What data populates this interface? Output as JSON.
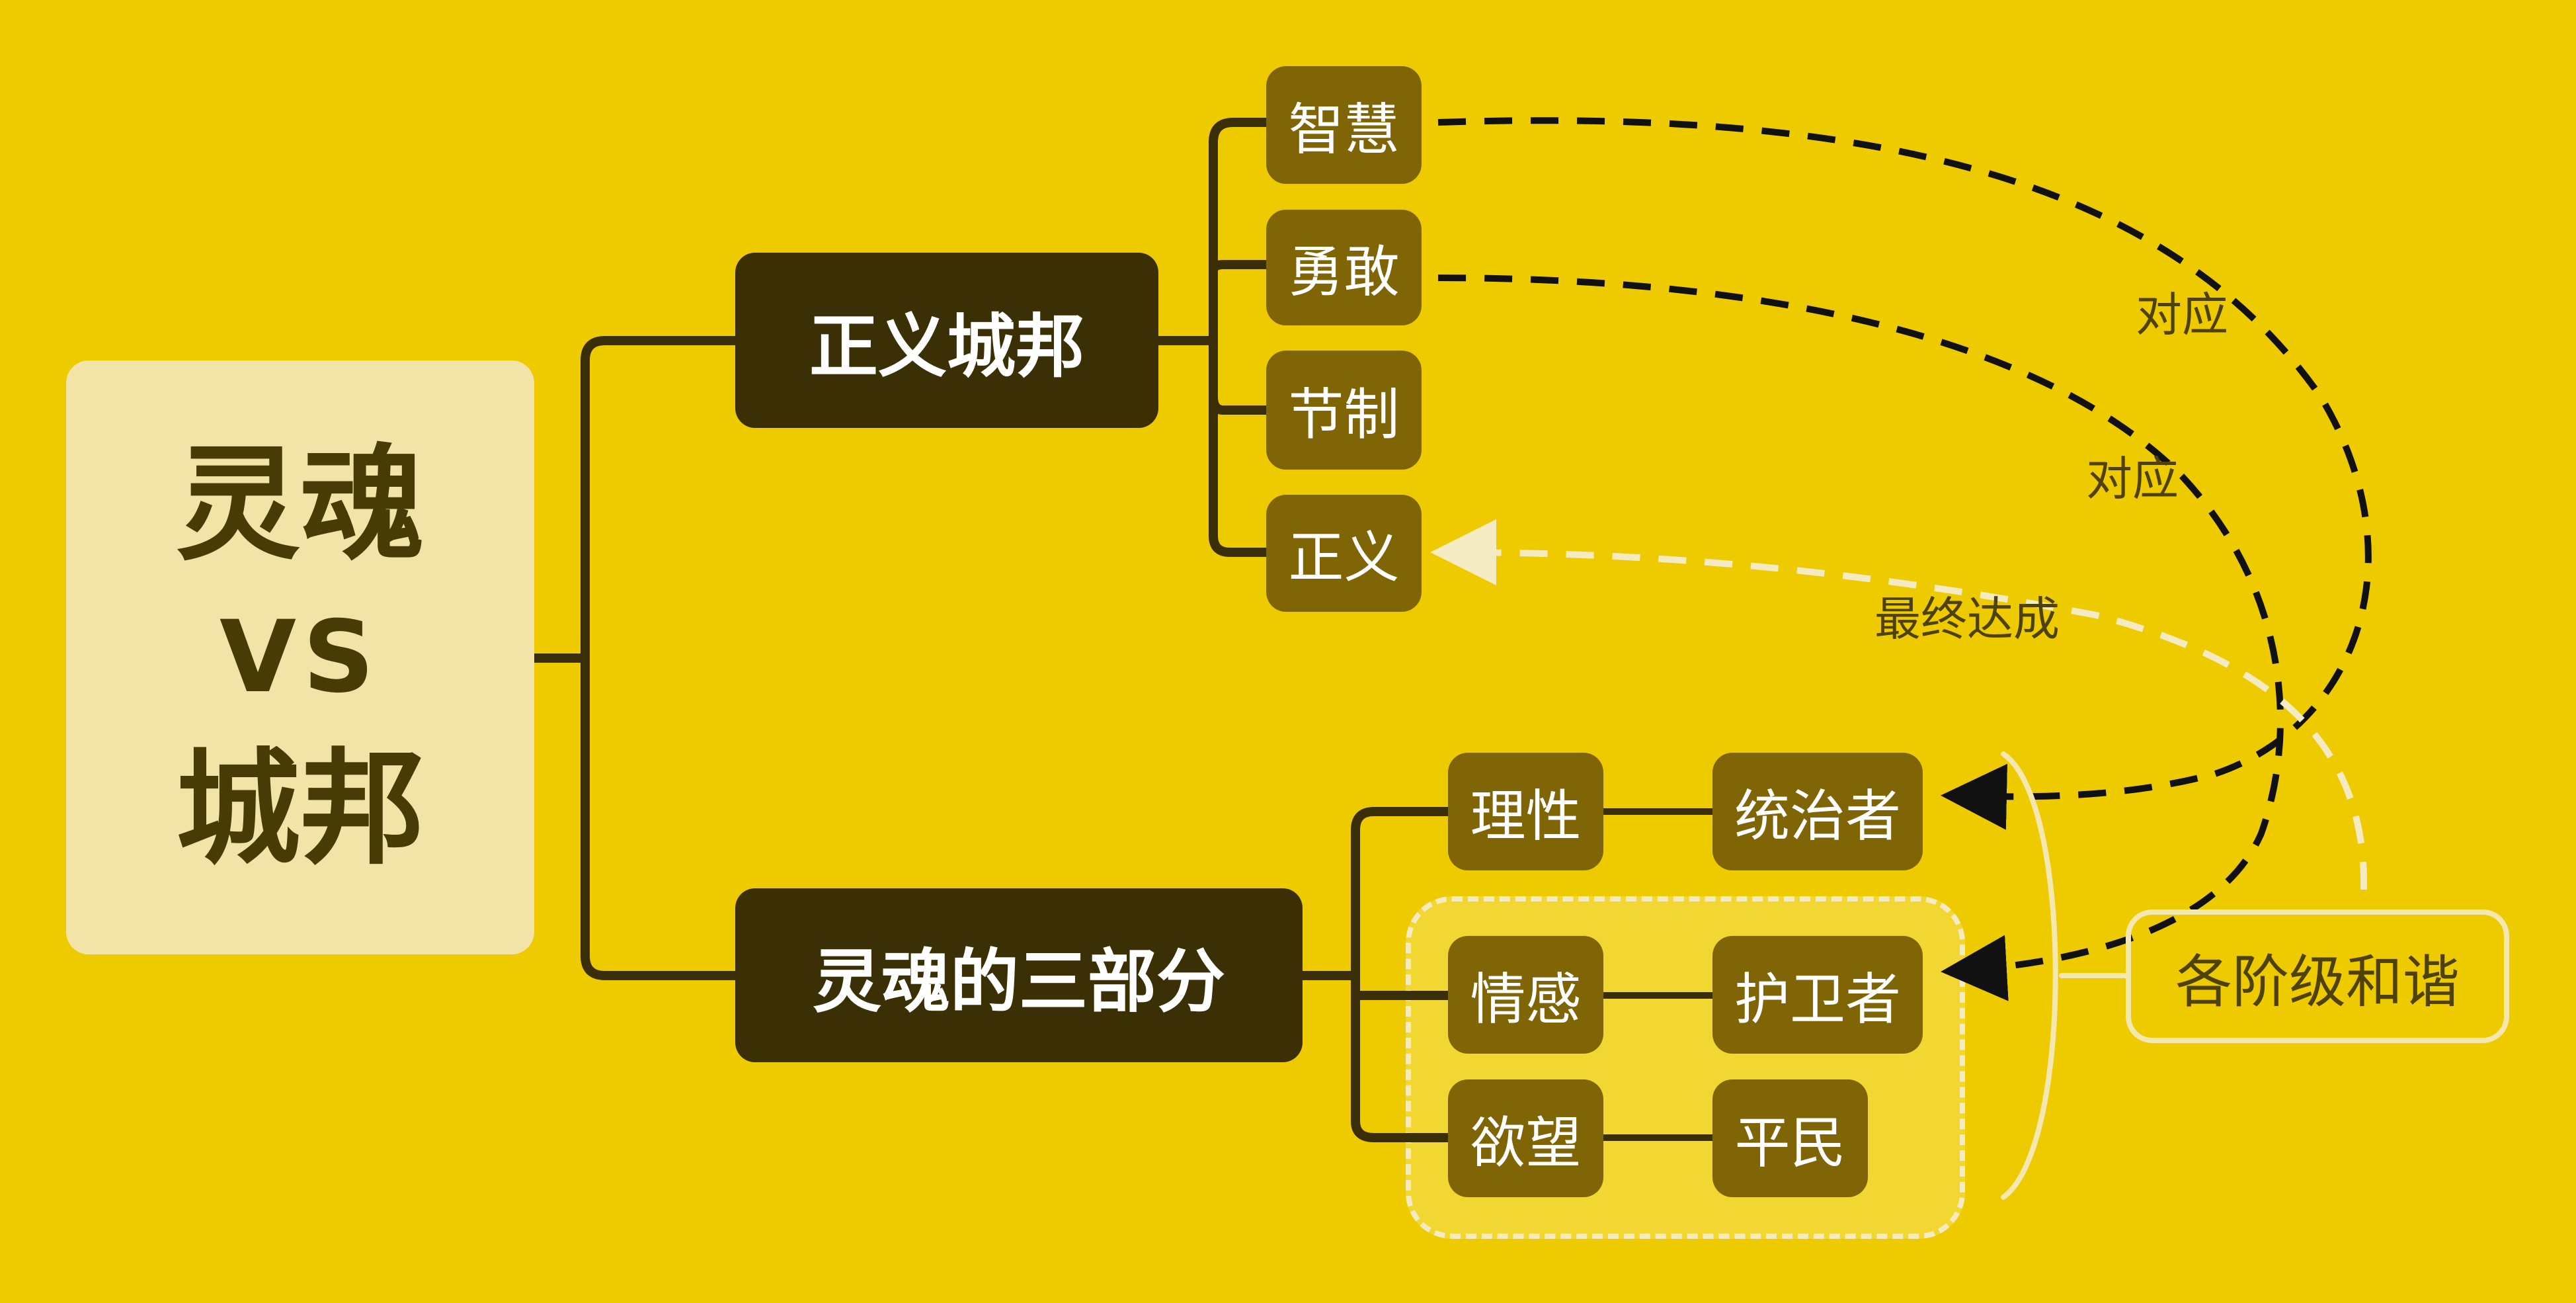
{
  "root": {
    "line1": "灵魂",
    "line2": "VS",
    "line3": "城邦"
  },
  "city": {
    "title": "正义城邦",
    "virtues": [
      "智慧",
      "勇敢",
      "节制",
      "正义"
    ]
  },
  "soul": {
    "title": "灵魂的三部分",
    "parts": [
      {
        "part": "理性",
        "class": "统治者"
      },
      {
        "part": "情感",
        "class": "护卫者"
      },
      {
        "part": "欲望",
        "class": "平民"
      }
    ]
  },
  "relations": {
    "correspond_1": "对应",
    "correspond_2": "对应",
    "final_achieve": "最终达成"
  },
  "harmony": "各阶级和谐",
  "colors": {
    "background": "#EECA00",
    "root_fill": "#F2E4A6",
    "main_fill": "#3B2F06",
    "leaf_fill": "#7F6506",
    "connector": "#3A2E08",
    "dashed_black": "#111111",
    "dashed_light": "#F4EBC2"
  }
}
